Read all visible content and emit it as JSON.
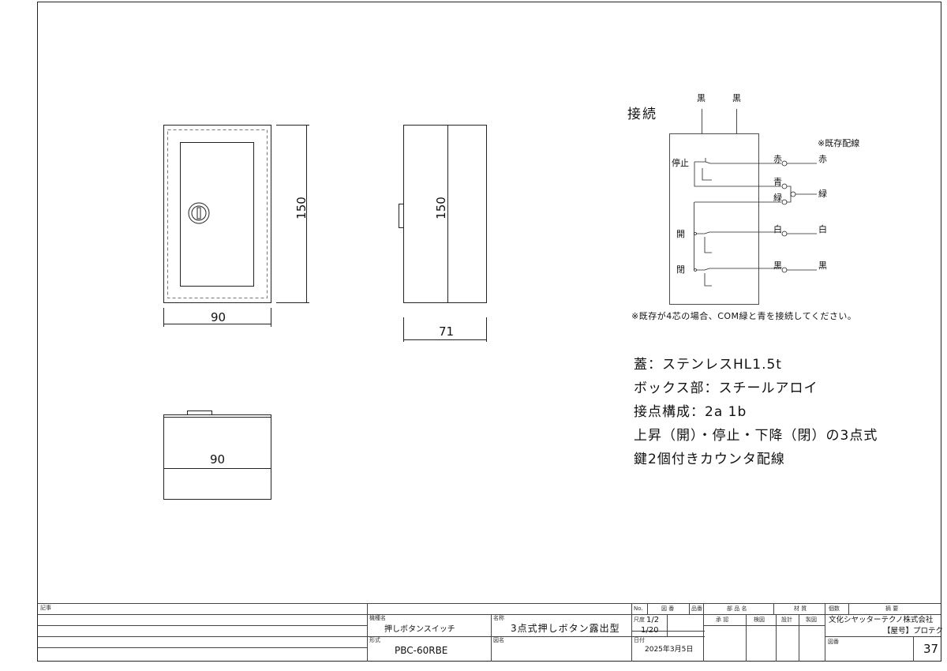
{
  "drawing": {
    "front_height_dim": "150",
    "front_width_dim": "90",
    "side_height_dim": "150",
    "side_depth_dim": "71",
    "bottom_width_dim": "90"
  },
  "wiring": {
    "title": "接続",
    "top_wires": [
      "黒",
      "黒"
    ],
    "existing_label": "※既存配線",
    "switches": [
      "停止",
      "開",
      "閉"
    ],
    "inner_labels": [
      "赤",
      "青",
      "緑",
      "白",
      "黒"
    ],
    "outer_labels": [
      "赤",
      "緑",
      "白",
      "黒"
    ],
    "note": "※既存が4芯の場合、COM緑と青を接続してください。"
  },
  "specs": [
    "蓋：ステンレスHL1.5t",
    "ボックス部：スチールアロイ",
    "接点構成：2a 1b",
    "上昇（開）・停止・下降（閉）の3点式",
    "鍵2個付きカウンタ配線"
  ],
  "title_block": {
    "notes_label": "記事",
    "model_label": "機種名",
    "model_value": "押しボタンスイッチ",
    "type_label": "形式",
    "type_value": "PBC-60RBE",
    "name_label": "名称",
    "name_value": "3点式押しボタン露出型",
    "drawing_name_label": "図名",
    "no_label": "No.",
    "drawing_no_header": "図 番",
    "part_no_header": "品番",
    "part_name_header": "部 品 名",
    "material_header": "材 質",
    "qty_header": "個数",
    "summary_header": "摘 要",
    "scale_label": "尺度",
    "scale_values": [
      "1/2",
      "1/20"
    ],
    "date_label": "日付",
    "date_value": "2025年3月5日",
    "approval_headers": [
      "承 認",
      "検図",
      "設計",
      "製図"
    ],
    "company": "文化シヤッターテクノ株式会社",
    "trade_name": "【屋号】プロテク",
    "drawing_number_label": "図番",
    "drawing_number": "37"
  }
}
